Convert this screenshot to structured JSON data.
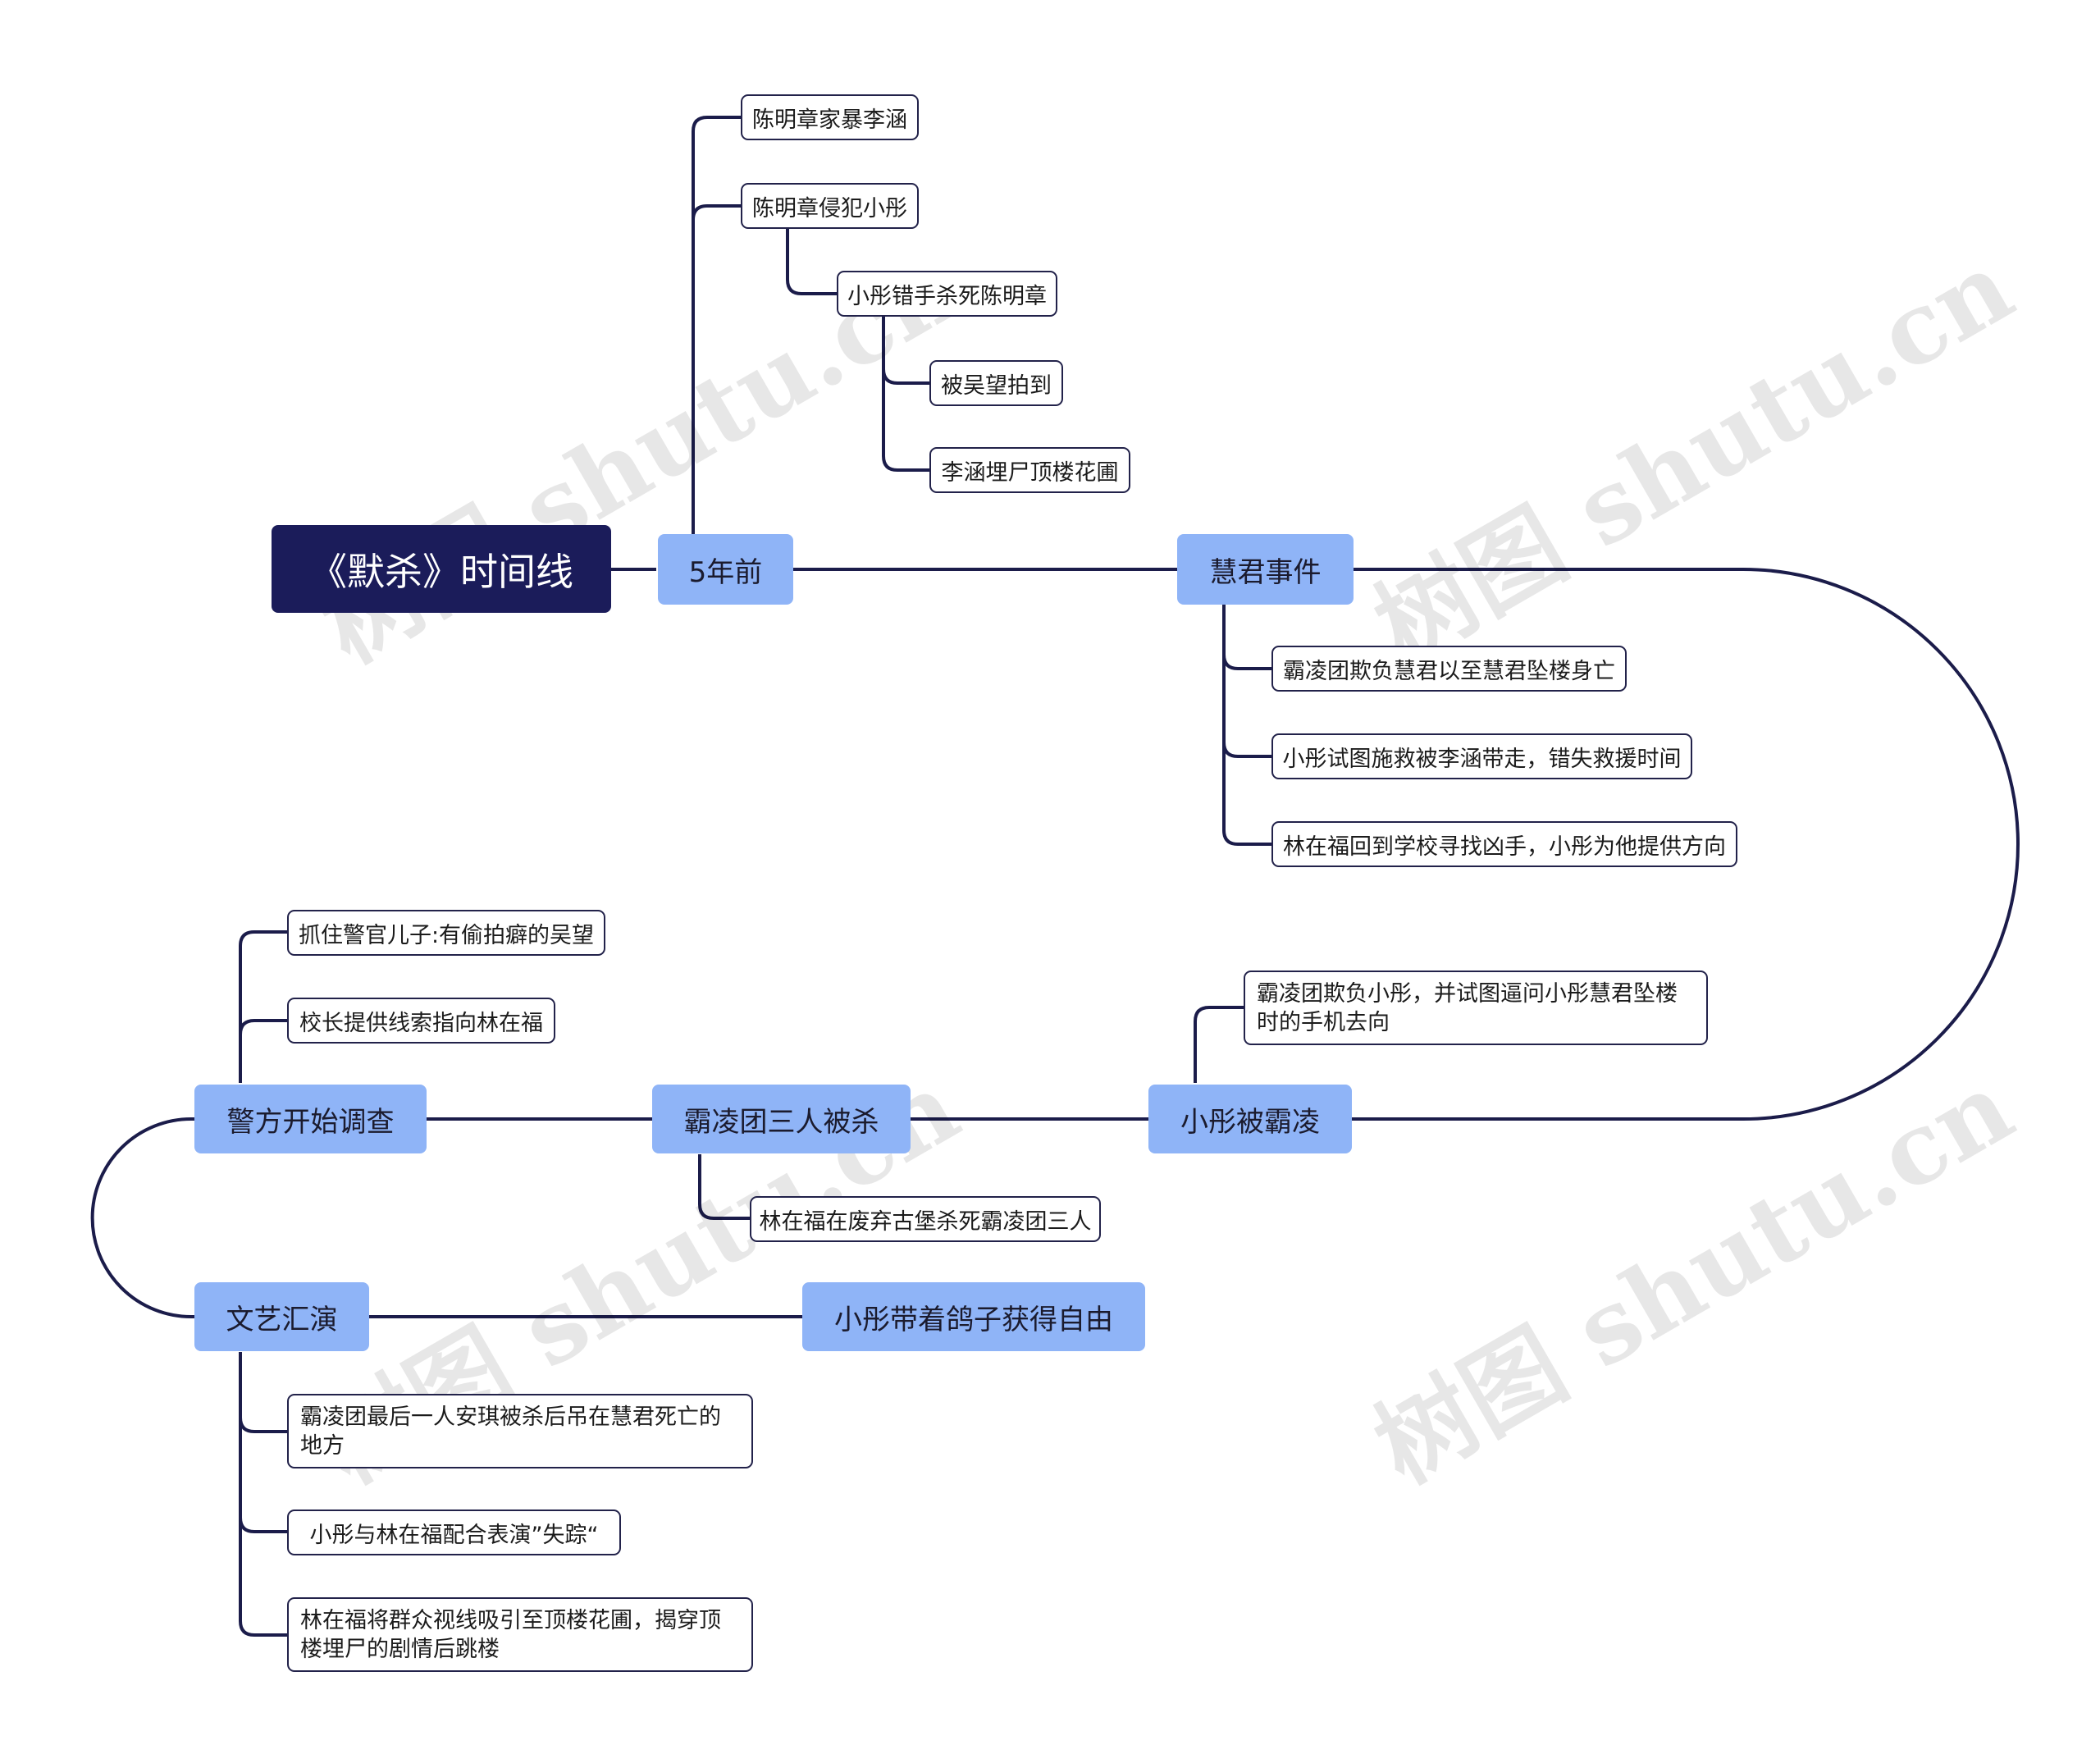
{
  "root": {
    "label": "《默杀》时间线"
  },
  "main": {
    "five_years": "5年前",
    "huijun_event": "慧君事件",
    "xiaotong_bullied": "小彤被霸凌",
    "three_killed": "霸凌团三人被杀",
    "police_investigate": "警方开始调查",
    "art_show": "文艺汇演",
    "freedom": "小彤带着鸽子获得自由"
  },
  "leaves": {
    "five_years": {
      "domestic_violence": "陈明章家暴李涵",
      "assault": "陈明章侵犯小彤",
      "killed_by_mistake": "小彤错手杀死陈明章",
      "photographed": "被吴望拍到",
      "buried": "李涵埋尸顶楼花圃"
    },
    "huijun": {
      "fell": "霸凌团欺负慧君以至慧君坠楼身亡",
      "taken_away": "小彤试图施救被李涵带走，错失救援时间",
      "search": "林在福回到学校寻找凶手，小彤为他提供方向"
    },
    "bullied": {
      "phone": "霸凌团欺负小彤，并试图逼问小彤慧君坠楼时的手机去向"
    },
    "killed": {
      "castle": "林在福在废弃古堡杀死霸凌团三人"
    },
    "police": {
      "son": "抓住警官儿子:有偷拍癖的吴望",
      "clue": "校长提供线索指向林在福"
    },
    "art_show": {
      "anqi": "霸凌团最后一人安琪被杀后吊在慧君死亡的地方",
      "disappear": "小彤与林在福配合表演”失踪“",
      "jump": "林在福将群众视线吸引至顶楼花圃，揭穿顶楼埋尸的剧情后跳楼"
    }
  },
  "watermark": "树图 shutu.cn",
  "colors": {
    "root": "#1b1c5a",
    "main": "#8fb4f7",
    "line": "#1b1c4a"
  }
}
